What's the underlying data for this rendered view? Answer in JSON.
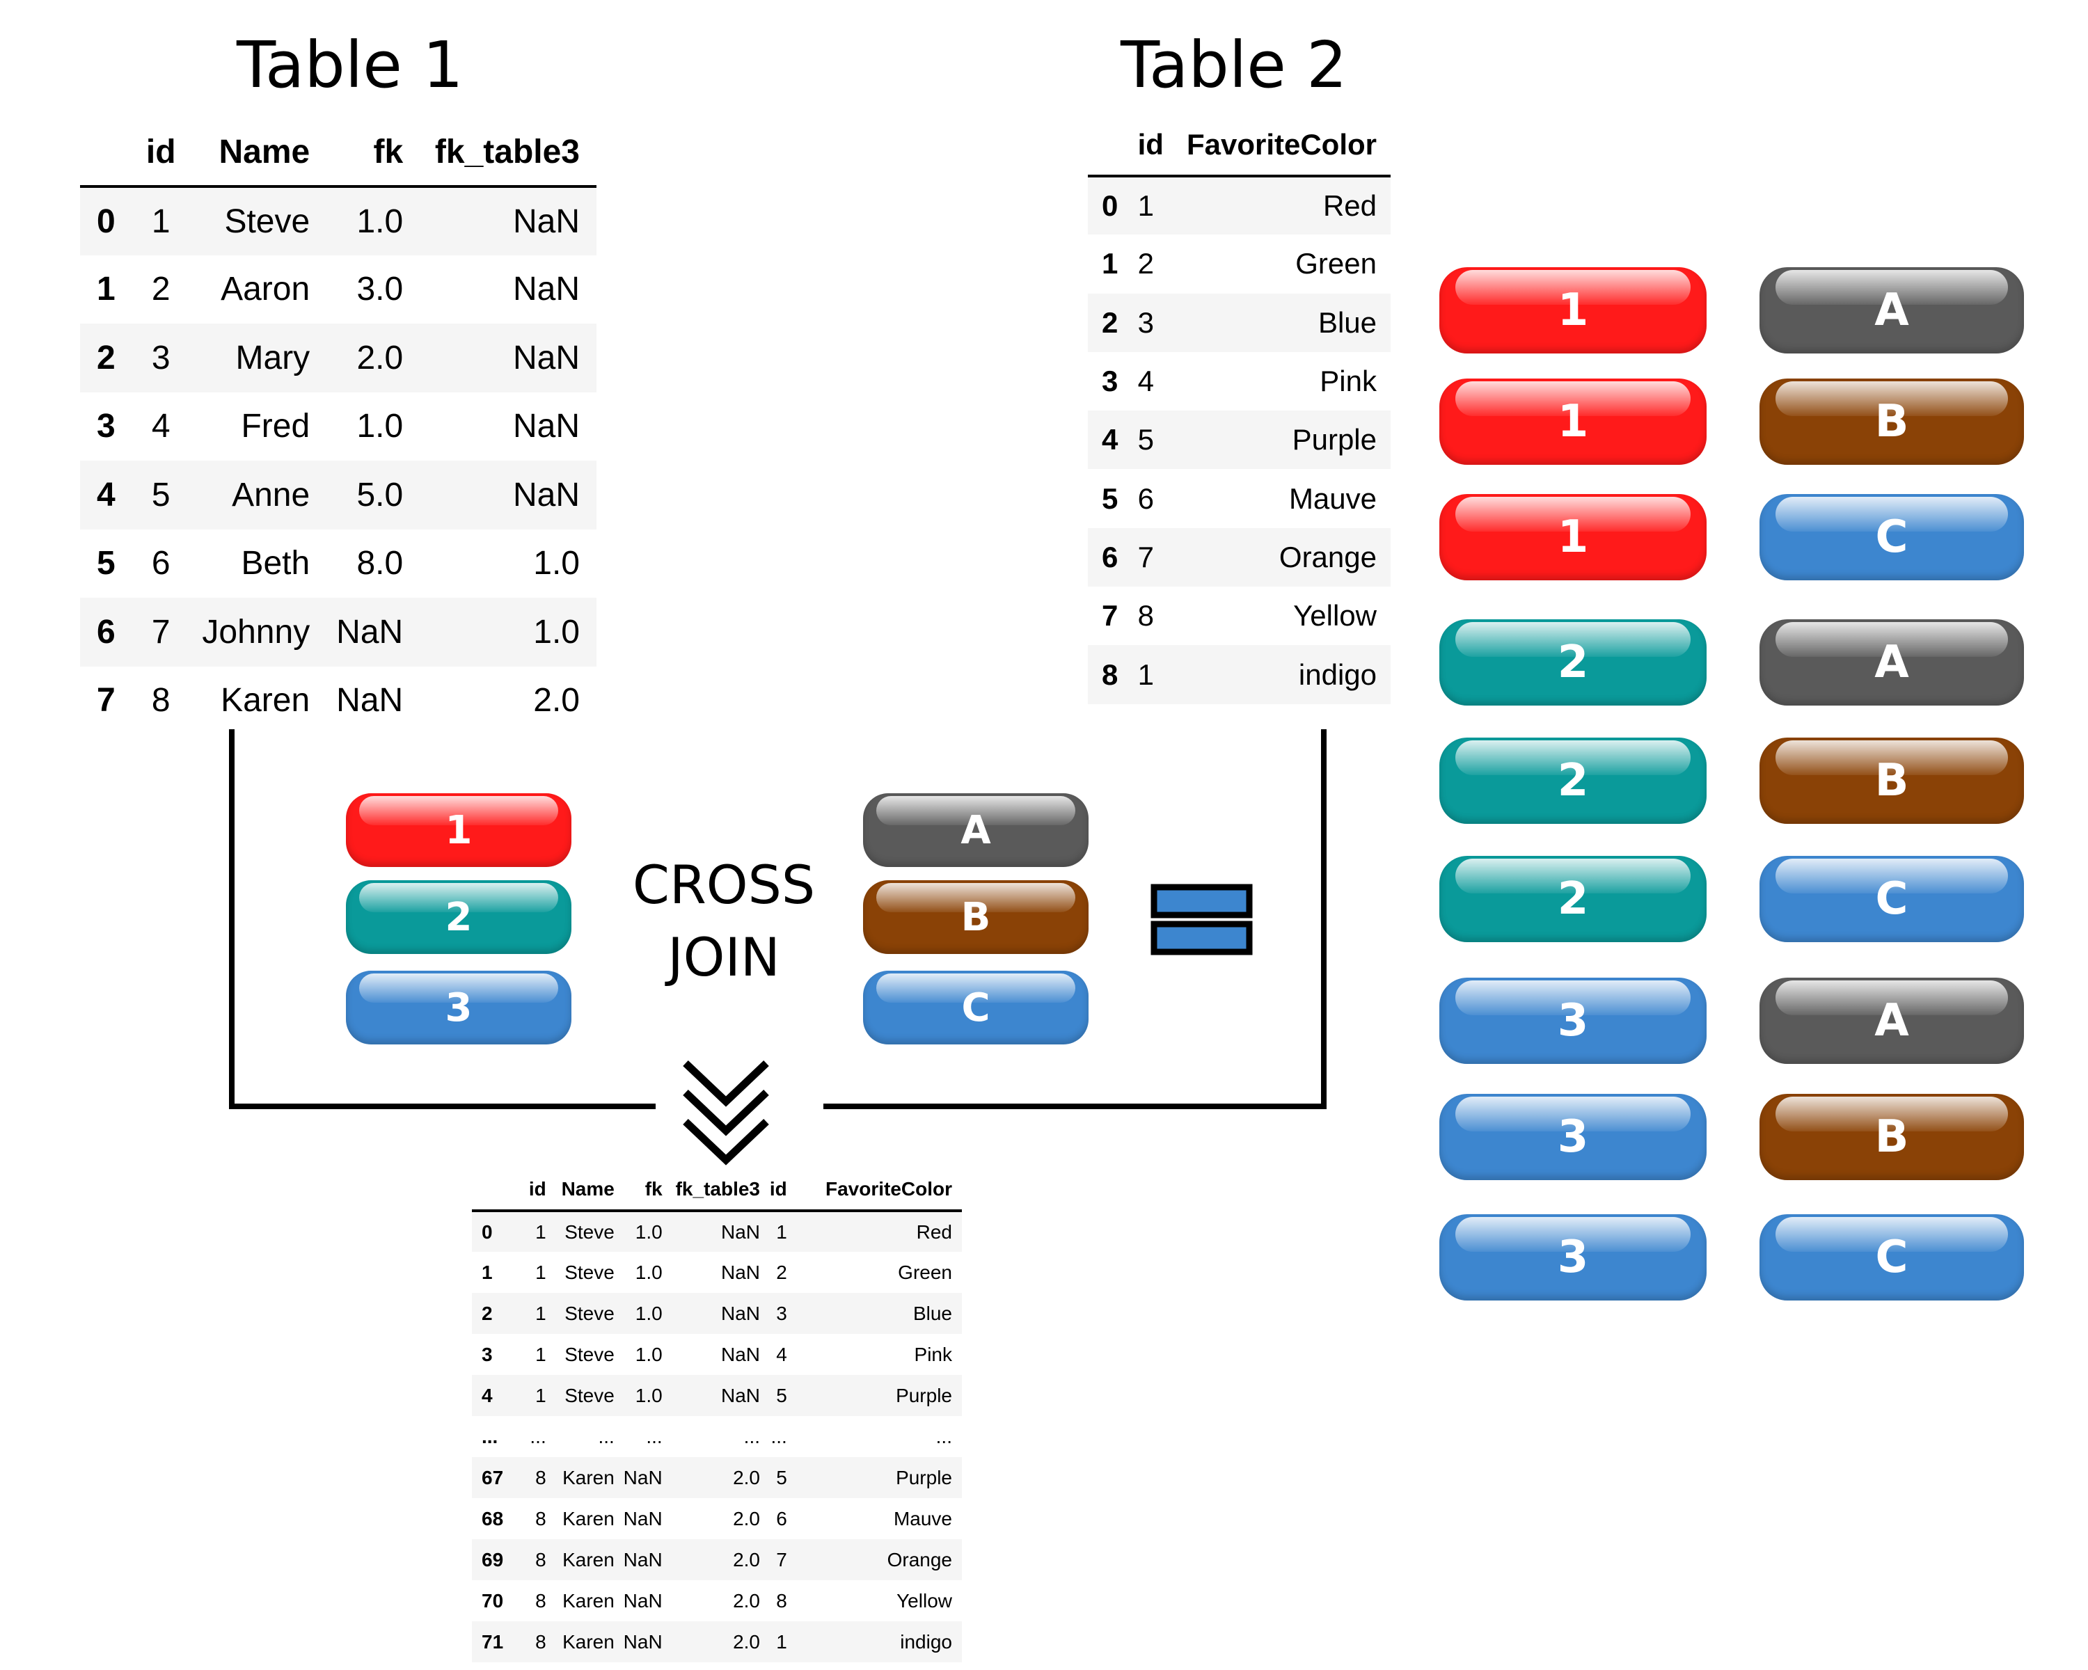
{
  "table1": {
    "title": "Table 1",
    "columns": [
      "",
      "id",
      "Name",
      "fk",
      "fk_table3"
    ],
    "rows": [
      [
        "0",
        "1",
        "Steve",
        "1.0",
        "NaN"
      ],
      [
        "1",
        "2",
        "Aaron",
        "3.0",
        "NaN"
      ],
      [
        "2",
        "3",
        "Mary",
        "2.0",
        "NaN"
      ],
      [
        "3",
        "4",
        "Fred",
        "1.0",
        "NaN"
      ],
      [
        "4",
        "5",
        "Anne",
        "5.0",
        "NaN"
      ],
      [
        "5",
        "6",
        "Beth",
        "8.0",
        "1.0"
      ],
      [
        "6",
        "7",
        "Johnny",
        "NaN",
        "1.0"
      ],
      [
        "7",
        "8",
        "Karen",
        "NaN",
        "2.0"
      ]
    ]
  },
  "table2": {
    "title": "Table 2",
    "columns": [
      "",
      "id",
      "FavoriteColor"
    ],
    "rows": [
      [
        "0",
        "1",
        "Red"
      ],
      [
        "1",
        "2",
        "Green"
      ],
      [
        "2",
        "3",
        "Blue"
      ],
      [
        "3",
        "4",
        "Pink"
      ],
      [
        "4",
        "5",
        "Purple"
      ],
      [
        "5",
        "6",
        "Mauve"
      ],
      [
        "6",
        "7",
        "Orange"
      ],
      [
        "7",
        "8",
        "Yellow"
      ],
      [
        "8",
        "1",
        "indigo"
      ]
    ]
  },
  "result": {
    "columns": [
      "",
      "id",
      "Name",
      "fk",
      "fk_table3",
      "id",
      "FavoriteColor"
    ],
    "rows": [
      [
        "0",
        "1",
        "Steve",
        "1.0",
        "NaN",
        "1",
        "Red"
      ],
      [
        "1",
        "1",
        "Steve",
        "1.0",
        "NaN",
        "2",
        "Green"
      ],
      [
        "2",
        "1",
        "Steve",
        "1.0",
        "NaN",
        "3",
        "Blue"
      ],
      [
        "3",
        "1",
        "Steve",
        "1.0",
        "NaN",
        "4",
        "Pink"
      ],
      [
        "4",
        "1",
        "Steve",
        "1.0",
        "NaN",
        "5",
        "Purple"
      ],
      [
        "...",
        "...",
        "...",
        "...",
        "...",
        "...",
        "..."
      ],
      [
        "67",
        "8",
        "Karen",
        "NaN",
        "2.0",
        "5",
        "Purple"
      ],
      [
        "68",
        "8",
        "Karen",
        "NaN",
        "2.0",
        "6",
        "Mauve"
      ],
      [
        "69",
        "8",
        "Karen",
        "NaN",
        "2.0",
        "7",
        "Orange"
      ],
      [
        "70",
        "8",
        "Karen",
        "NaN",
        "2.0",
        "8",
        "Yellow"
      ],
      [
        "71",
        "8",
        "Karen",
        "NaN",
        "2.0",
        "1",
        "indigo"
      ]
    ]
  },
  "cross_join": {
    "line1": "CROSS",
    "line2": "JOIN"
  },
  "colors": {
    "red": "#ff1a1a",
    "teal": "#0a9a9a",
    "blue": "#3d86cf",
    "gray": "#5a5a5a",
    "brown": "#8a4206",
    "equals_fill": "#3d86cf"
  },
  "left_pills": [
    {
      "label": "1",
      "color": "red"
    },
    {
      "label": "2",
      "color": "teal"
    },
    {
      "label": "3",
      "color": "blue"
    }
  ],
  "right_pills": [
    {
      "label": "A",
      "color": "gray"
    },
    {
      "label": "B",
      "color": "brown"
    },
    {
      "label": "C",
      "color": "blue"
    }
  ],
  "result_pairs": [
    {
      "num": "1",
      "num_color": "red",
      "letter": "A",
      "letter_color": "gray"
    },
    {
      "num": "1",
      "num_color": "red",
      "letter": "B",
      "letter_color": "brown"
    },
    {
      "num": "1",
      "num_color": "red",
      "letter": "C",
      "letter_color": "blue"
    },
    {
      "num": "2",
      "num_color": "teal",
      "letter": "A",
      "letter_color": "gray"
    },
    {
      "num": "2",
      "num_color": "teal",
      "letter": "B",
      "letter_color": "brown"
    },
    {
      "num": "2",
      "num_color": "teal",
      "letter": "C",
      "letter_color": "blue"
    },
    {
      "num": "3",
      "num_color": "blue",
      "letter": "A",
      "letter_color": "gray"
    },
    {
      "num": "3",
      "num_color": "blue",
      "letter": "B",
      "letter_color": "brown"
    },
    {
      "num": "3",
      "num_color": "blue",
      "letter": "C",
      "letter_color": "blue"
    }
  ]
}
